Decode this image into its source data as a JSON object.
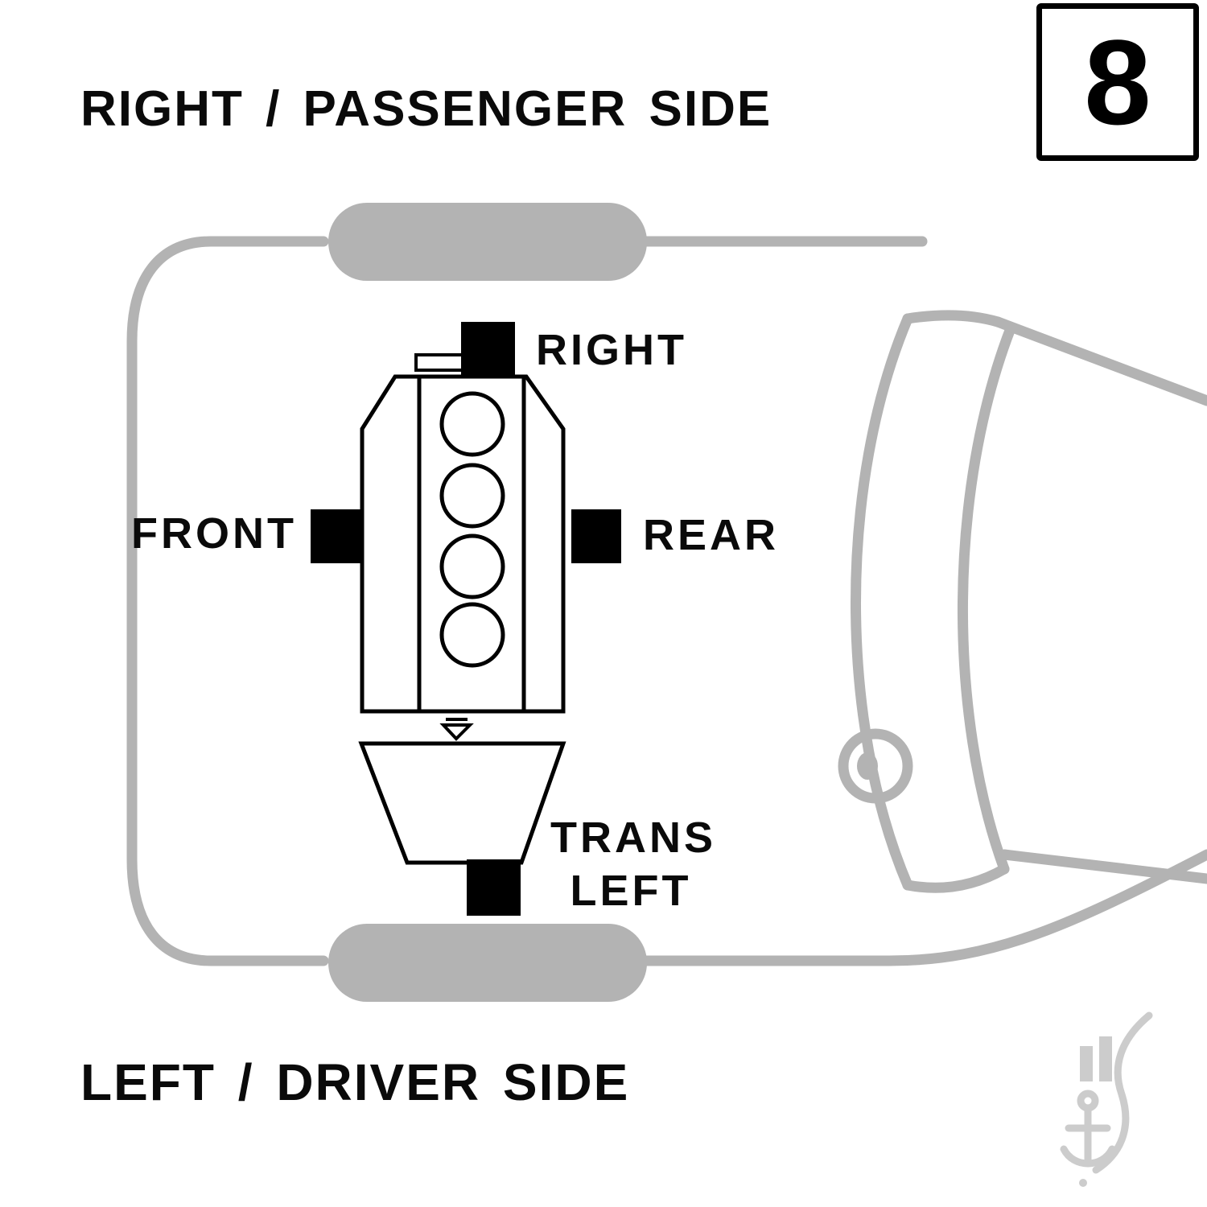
{
  "page": {
    "top_title": "RIGHT / PASSENGER SIDE",
    "bottom_title": "LEFT / DRIVER SIDE",
    "page_number": "8"
  },
  "mounts": {
    "right_label": "RIGHT",
    "front_label": "FRONT",
    "rear_label": "REAR",
    "trans_label_line1": "TRANS",
    "trans_label_line2": "LEFT"
  },
  "colors": {
    "background": "#ffffff",
    "text": "#0a0a0a",
    "car_outline_gray": "#b3b3b3",
    "engine_stroke": "#000000",
    "mount_fill": "#000000",
    "watermark_gray": "#cccccc"
  },
  "icons": {
    "watermark": "anchor-logo-icon"
  }
}
